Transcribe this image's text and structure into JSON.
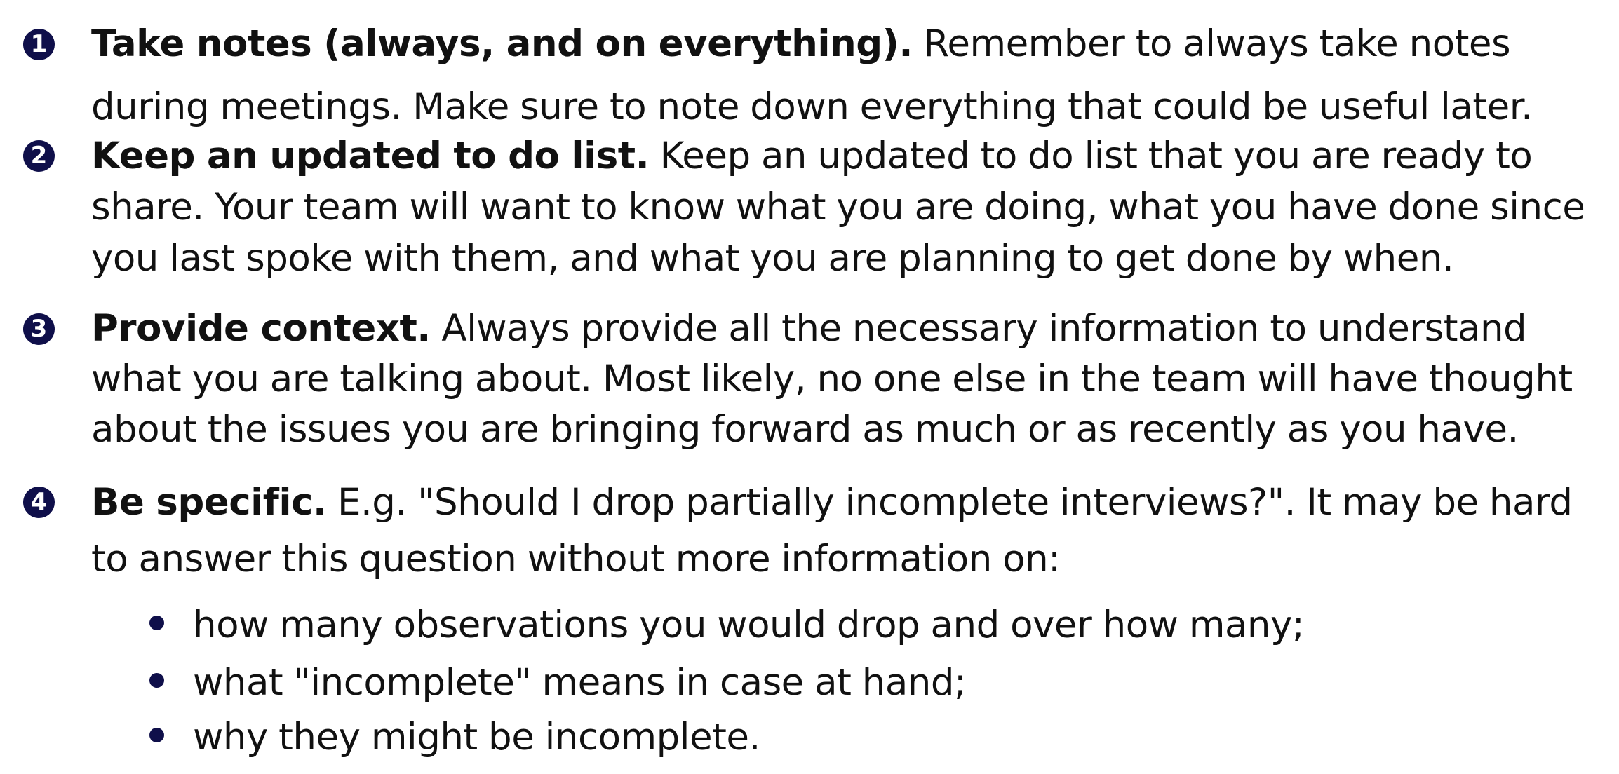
{
  "items": [
    {
      "number": "1",
      "title": "Take notes (always, and on everything).",
      "body": "Remember to always take notes during meetings. Make sure to note down everything that could be useful later."
    },
    {
      "number": "2",
      "title": "Keep an updated to do list.",
      "body": "Keep an updated to do list that you are ready to share. Your team will want to know what you are doing, what you have done since you last spoke with them, and what you are planning to get done by when."
    },
    {
      "number": "3",
      "title": "Provide context.",
      "body": "Always provide all the necessary information to understand what you are talking about. Most likely, no one else in the team will have thought about the issues you are bringing forward as much or as recently as you have."
    },
    {
      "number": "4",
      "title": "Be specific.",
      "body": "E.g. \"Should I drop partially incomplete interviews?\". It may be hard to answer this question without more information on:",
      "subitems": [
        "how many observations you would drop and over how many;",
        "what \"incomplete\" means in case at hand;",
        "why they might be incomplete."
      ]
    }
  ]
}
